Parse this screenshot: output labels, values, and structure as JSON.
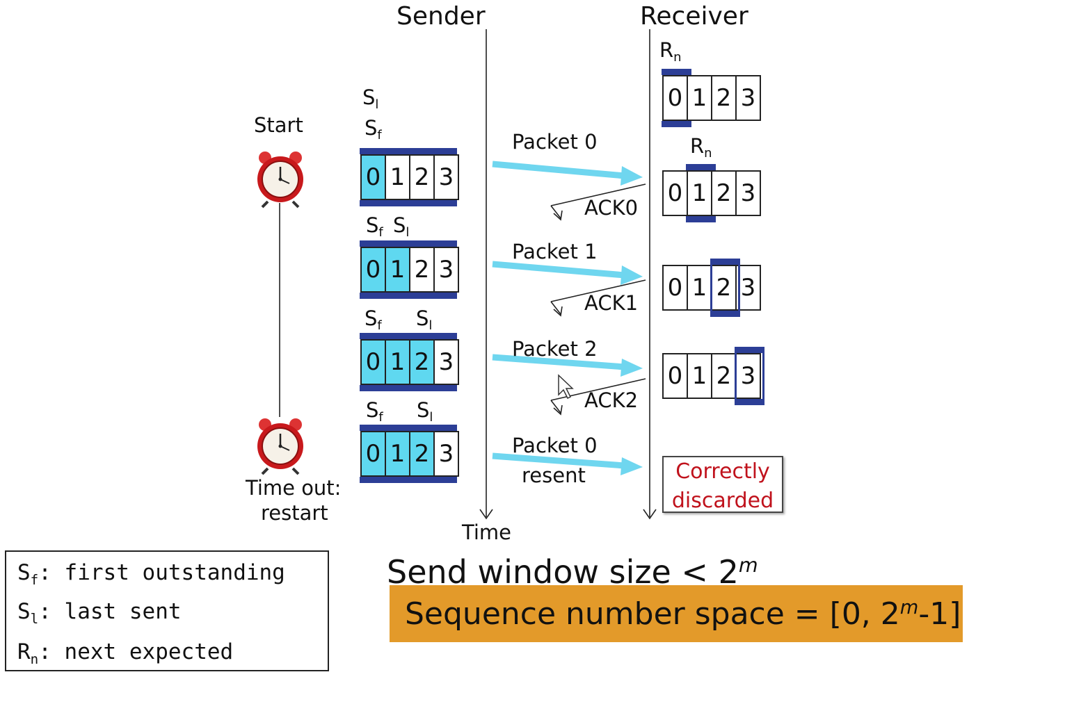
{
  "headers": {
    "sender": "Sender",
    "receiver": "Receiver",
    "time": "Time"
  },
  "clock": {
    "start_label": "Start",
    "timeout_label_1": "Time out:",
    "timeout_label_2": "restart"
  },
  "sender_windows": [
    {
      "cells": [
        "0",
        "1",
        "2",
        "3"
      ],
      "highlighted": 1,
      "markers": [
        {
          "name": "S",
          "sub": "l"
        },
        {
          "name": "S",
          "sub": "f"
        }
      ]
    },
    {
      "cells": [
        "0",
        "1",
        "2",
        "3"
      ],
      "highlighted": 2,
      "markers": [
        {
          "name": "S",
          "sub": "f"
        },
        {
          "name": "S",
          "sub": "l"
        }
      ]
    },
    {
      "cells": [
        "0",
        "1",
        "2",
        "3"
      ],
      "highlighted": 3,
      "markers": [
        {
          "name": "S",
          "sub": "f"
        },
        {
          "name": "S",
          "sub": "l"
        }
      ]
    },
    {
      "cells": [
        "0",
        "1",
        "2",
        "3"
      ],
      "highlighted": 3,
      "markers": [
        {
          "name": "S",
          "sub": "f"
        },
        {
          "name": "S",
          "sub": "l"
        }
      ]
    }
  ],
  "receiver_windows": [
    {
      "cells": [
        "0",
        "1",
        "2",
        "3"
      ],
      "rn_index": 0,
      "marker": {
        "name": "R",
        "sub": "n"
      }
    },
    {
      "cells": [
        "0",
        "1",
        "2",
        "3"
      ],
      "rn_index": 1,
      "marker": {
        "name": "R",
        "sub": "n"
      }
    },
    {
      "cells": [
        "0",
        "1",
        "2",
        "3"
      ],
      "rn_index": 2
    },
    {
      "cells": [
        "0",
        "1",
        "2",
        "3"
      ],
      "rn_index": 3
    }
  ],
  "messages": {
    "packet0": "Packet 0",
    "ack0": "ACK0",
    "packet1": "Packet 1",
    "ack1": "ACK1",
    "packet2": "Packet 2",
    "ack2": "ACK2",
    "packet0_resent_1": "Packet 0",
    "packet0_resent_2": "resent"
  },
  "discard_box": {
    "line1": "Correctly",
    "line2": "discarded"
  },
  "legend": [
    {
      "symbol": "S",
      "sub": "f",
      "text": ": first outstanding"
    },
    {
      "symbol": "S",
      "sub": "l",
      "text": ": last sent"
    },
    {
      "symbol": "R",
      "sub": "n",
      "text": ": next expected"
    }
  ],
  "condition": {
    "text": "Send window size < 2",
    "exp": "m"
  },
  "banner": {
    "prefix": "Sequence number space = [0, 2",
    "exp": "m",
    "suffix": "-1]"
  },
  "colors": {
    "highlight": "#5fd8f0",
    "window_bar": "#2c3e96",
    "arrow": "#6fd6ef",
    "discard_text": "#c0121c",
    "banner_bg": "#e39a2a"
  }
}
